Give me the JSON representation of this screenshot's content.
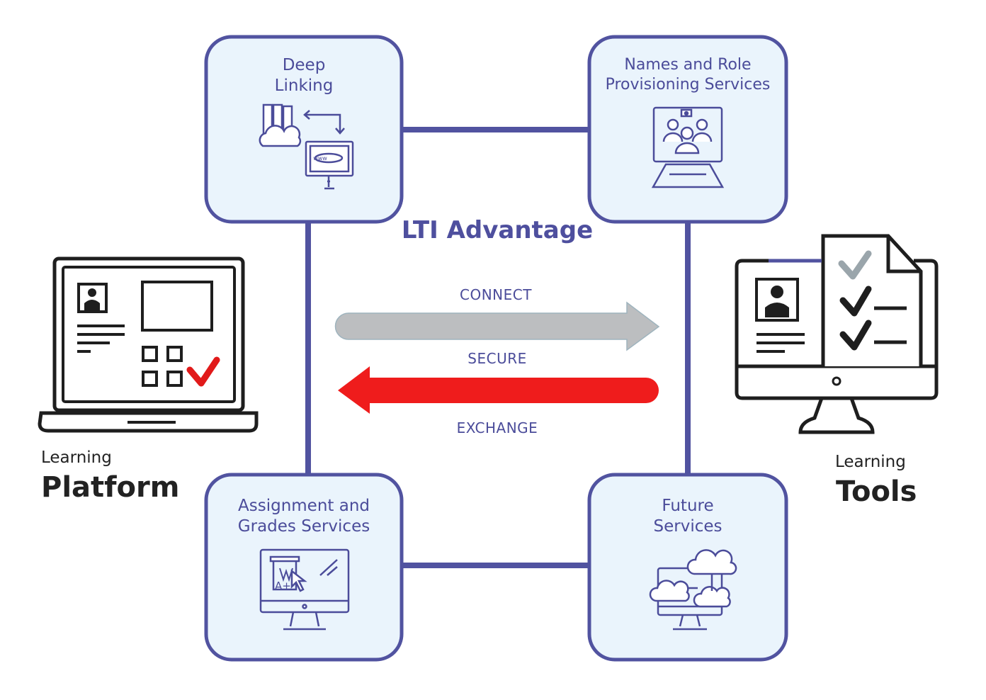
{
  "title": "LTI Advantage",
  "services": {
    "deep_linking": {
      "line1": "Deep",
      "line2": "Linking",
      "icon": "deep-linking-icon"
    },
    "names_roles": {
      "line1": "Names and Role",
      "line2": "Provisioning Services",
      "icon": "group-video-icon"
    },
    "assignment_grades": {
      "line1": "Assignment and",
      "line2": "Grades Services",
      "icon": "grade-monitor-icon"
    },
    "future": {
      "line1": "Future",
      "line2": "Services",
      "icon": "cloud-network-icon"
    }
  },
  "arrows": {
    "connect": "CONNECT",
    "secure": "SECURE",
    "exchange": "EXCHANGE"
  },
  "platform": {
    "small": "Learning",
    "big": "Platform",
    "icon": "laptop-icon"
  },
  "tools": {
    "small": "Learning",
    "big": "Tools",
    "icon": "monitor-checklist-icon"
  },
  "colors": {
    "frame": "#5153a0",
    "box_fill": "#eaf4fc",
    "connect_arrow": "#bcbec0",
    "exchange_arrow": "#ef1c1c",
    "text": "#4b4c9a",
    "check_red": "#e11a1a"
  }
}
